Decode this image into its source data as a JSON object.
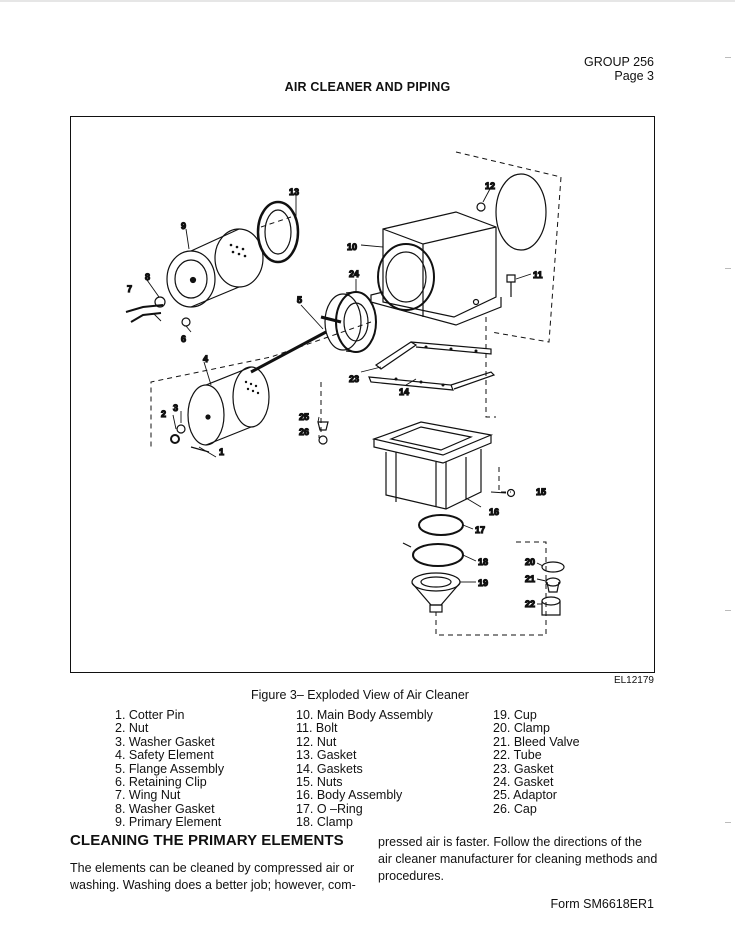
{
  "header": {
    "group": "GROUP 256",
    "page": "Page 3"
  },
  "title": "AIR CLEANER AND PIPING",
  "figure": {
    "code": "EL12179",
    "caption": "Figure 3– Exploded View of Air Cleaner",
    "callouts": [
      "1",
      "2",
      "3",
      "4",
      "5",
      "6",
      "7",
      "8",
      "9",
      "10",
      "11",
      "12",
      "13",
      "14",
      "15",
      "16",
      "17",
      "18",
      "19",
      "20",
      "21",
      "22",
      "23",
      "24",
      "25",
      "26"
    ]
  },
  "parts_list": {
    "col1": [
      "1. Cotter Pin",
      "2. Nut",
      "3. Washer Gasket",
      "4. Safety Element",
      "5. Flange Assembly",
      "6. Retaining Clip",
      "7. Wing Nut",
      "8. Washer Gasket",
      "9. Primary Element"
    ],
    "col2": [
      "10. Main Body Assembly",
      "11. Bolt",
      "12. Nut",
      "13. Gasket",
      "14. Gaskets",
      "15. Nuts",
      "16. Body Assembly",
      "17. O –Ring",
      "18. Clamp"
    ],
    "col3": [
      "19. Cup",
      "20. Clamp",
      "21. Bleed Valve",
      "22. Tube",
      "23. Gasket",
      "24. Gasket",
      "25. Adaptor",
      "26. Cap"
    ]
  },
  "section": {
    "heading": "CLEANING THE PRIMARY ELEMENTS",
    "para_left": "The elements can be cleaned by compressed air or washing. Washing does a better job; however, com-",
    "para_right": "pressed air is faster. Follow the directions of the air cleaner manufacturer for cleaning methods and procedures."
  },
  "footer": {
    "form": "Form SM6618ER1"
  }
}
